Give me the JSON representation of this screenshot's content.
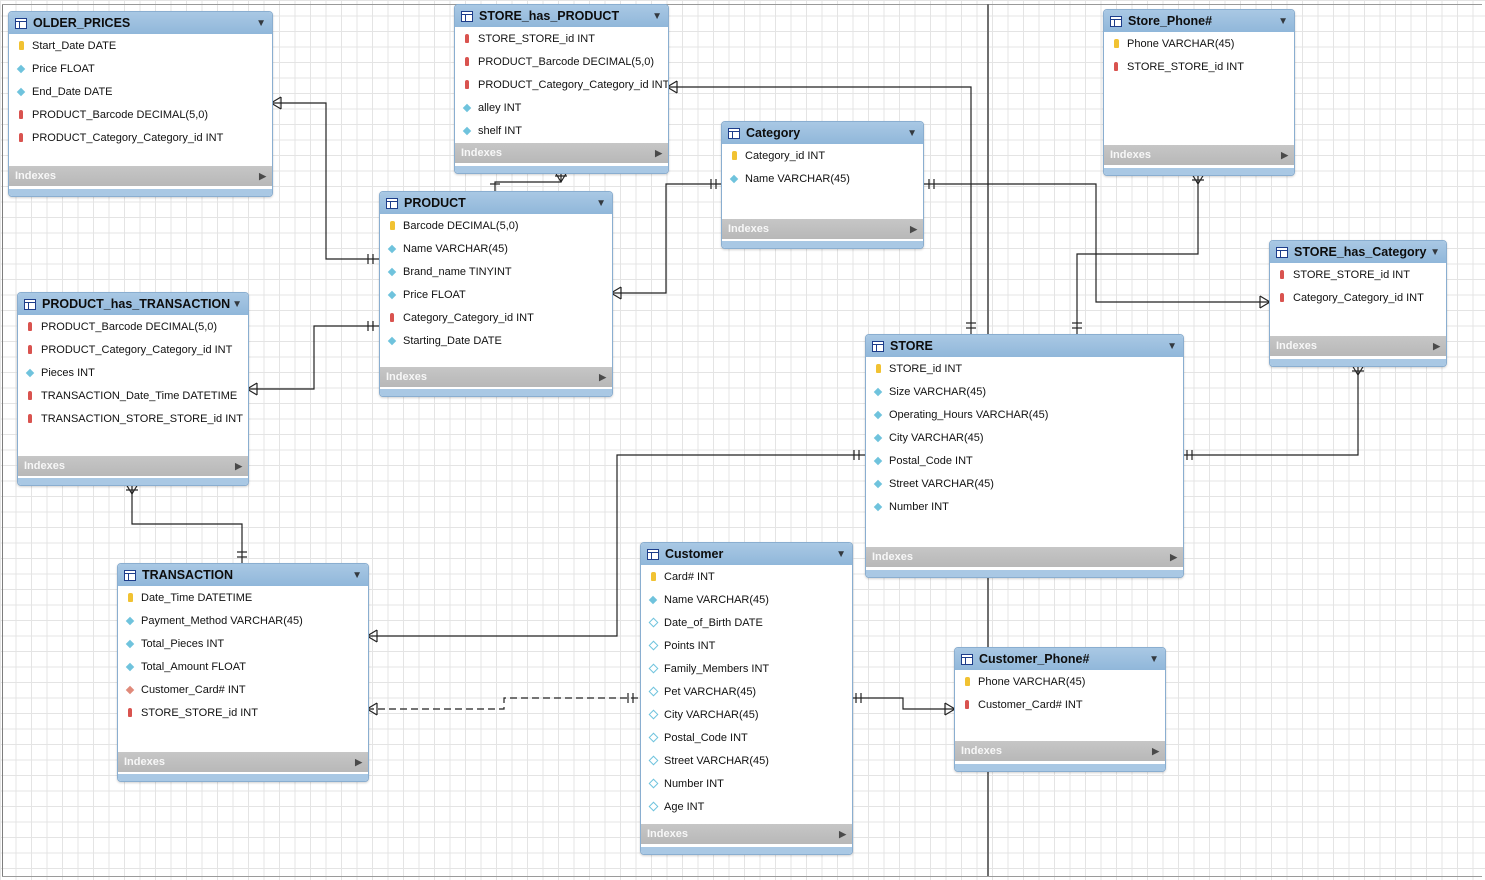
{
  "diagram": {
    "tables": {
      "older_prices": {
        "title": "OLDER_PRICES",
        "columns": [
          {
            "name": "Start_Date DATE",
            "kind": "pk"
          },
          {
            "name": "Price FLOAT",
            "kind": "attr"
          },
          {
            "name": "End_Date DATE",
            "kind": "attr"
          },
          {
            "name": "PRODUCT_Barcode DECIMAL(5,0)",
            "kind": "fk"
          },
          {
            "name": "PRODUCT_Category_Category_id INT",
            "kind": "fk"
          }
        ],
        "indexes_label": "Indexes"
      },
      "store_has_product": {
        "title": "STORE_has_PRODUCT",
        "columns": [
          {
            "name": "STORE_STORE_id INT",
            "kind": "fk"
          },
          {
            "name": "PRODUCT_Barcode DECIMAL(5,0)",
            "kind": "fk"
          },
          {
            "name": "PRODUCT_Category_Category_id INT",
            "kind": "fk"
          },
          {
            "name": "alley INT",
            "kind": "attr"
          },
          {
            "name": "shelf INT",
            "kind": "attr"
          }
        ],
        "indexes_label": "Indexes"
      },
      "store_phone": {
        "title": "Store_Phone#",
        "columns": [
          {
            "name": "Phone VARCHAR(45)",
            "kind": "pk"
          },
          {
            "name": "STORE_STORE_id INT",
            "kind": "fk"
          }
        ],
        "indexes_label": "Indexes"
      },
      "category": {
        "title": "Category",
        "columns": [
          {
            "name": "Category_id INT",
            "kind": "pk"
          },
          {
            "name": "Name VARCHAR(45)",
            "kind": "attr"
          }
        ],
        "indexes_label": "Indexes"
      },
      "product": {
        "title": "PRODUCT",
        "columns": [
          {
            "name": "Barcode DECIMAL(5,0)",
            "kind": "pk"
          },
          {
            "name": "Name VARCHAR(45)",
            "kind": "attr"
          },
          {
            "name": "Brand_name TINYINT",
            "kind": "attr"
          },
          {
            "name": "Price FLOAT",
            "kind": "attr"
          },
          {
            "name": "Category_Category_id INT",
            "kind": "fk"
          },
          {
            "name": "Starting_Date DATE",
            "kind": "attr"
          }
        ],
        "indexes_label": "Indexes"
      },
      "store_has_category": {
        "title": "STORE_has_Category",
        "columns": [
          {
            "name": "STORE_STORE_id INT",
            "kind": "fk"
          },
          {
            "name": "Category_Category_id INT",
            "kind": "fk"
          }
        ],
        "indexes_label": "Indexes"
      },
      "product_has_transaction": {
        "title": "PRODUCT_has_TRANSACTION",
        "columns": [
          {
            "name": "PRODUCT_Barcode DECIMAL(5,0)",
            "kind": "fk"
          },
          {
            "name": "PRODUCT_Category_Category_id INT",
            "kind": "fk"
          },
          {
            "name": "Pieces INT",
            "kind": "attr"
          },
          {
            "name": "TRANSACTION_Date_Time DATETIME",
            "kind": "fk"
          },
          {
            "name": "TRANSACTION_STORE_STORE_id INT",
            "kind": "fk"
          }
        ],
        "indexes_label": "Indexes"
      },
      "store": {
        "title": "STORE",
        "columns": [
          {
            "name": "STORE_id INT",
            "kind": "pk"
          },
          {
            "name": "Size VARCHAR(45)",
            "kind": "attr"
          },
          {
            "name": "Operating_Hours VARCHAR(45)",
            "kind": "attr"
          },
          {
            "name": "City VARCHAR(45)",
            "kind": "attr"
          },
          {
            "name": "Postal_Code INT",
            "kind": "attr"
          },
          {
            "name": "Street VARCHAR(45)",
            "kind": "attr"
          },
          {
            "name": "Number INT",
            "kind": "attr"
          }
        ],
        "indexes_label": "Indexes"
      },
      "transaction": {
        "title": "TRANSACTION",
        "columns": [
          {
            "name": "Date_Time DATETIME",
            "kind": "pk"
          },
          {
            "name": "Payment_Method VARCHAR(45)",
            "kind": "attr"
          },
          {
            "name": "Total_Pieces INT",
            "kind": "attr"
          },
          {
            "name": "Total_Amount FLOAT",
            "kind": "attr"
          },
          {
            "name": "Customer_Card# INT",
            "kind": "fkattr"
          },
          {
            "name": "STORE_STORE_id INT",
            "kind": "fk"
          }
        ],
        "indexes_label": "Indexes"
      },
      "customer": {
        "title": "Customer",
        "columns": [
          {
            "name": "Card# INT",
            "kind": "pk"
          },
          {
            "name": "Name VARCHAR(45)",
            "kind": "attr"
          },
          {
            "name": "Date_of_Birth DATE",
            "kind": "hollow"
          },
          {
            "name": "Points INT",
            "kind": "hollow"
          },
          {
            "name": "Family_Members INT",
            "kind": "hollow"
          },
          {
            "name": "Pet VARCHAR(45)",
            "kind": "hollow"
          },
          {
            "name": "City VARCHAR(45)",
            "kind": "hollow"
          },
          {
            "name": "Postal_Code INT",
            "kind": "hollow"
          },
          {
            "name": "Street VARCHAR(45)",
            "kind": "hollow"
          },
          {
            "name": "Number INT",
            "kind": "hollow"
          },
          {
            "name": "Age INT",
            "kind": "hollow"
          }
        ],
        "indexes_label": "Indexes"
      },
      "customer_phone": {
        "title": "Customer_Phone#",
        "columns": [
          {
            "name": "Phone VARCHAR(45)",
            "kind": "pk"
          },
          {
            "name": "Customer_Card# INT",
            "kind": "fk"
          }
        ],
        "indexes_label": "Indexes"
      }
    },
    "icons": {
      "table": "table-icon",
      "primary_key": "key-icon",
      "foreign_key": "foreign-key-icon",
      "attribute": "diamond-icon",
      "collapse": "triangle-down-icon",
      "expand": "triangle-right-icon"
    },
    "colors": {
      "header": "#a9c8e4",
      "indexes_bar": "#c0c0c0",
      "primary_key": "#f1c232",
      "foreign_key": "#d9534f",
      "attribute": "#6fc3dd",
      "line": "#222222"
    },
    "relationships": [
      {
        "from": "OLDER_PRICES",
        "to": "PRODUCT",
        "type": "one-to-many"
      },
      {
        "from": "STORE_has_PRODUCT",
        "to": "PRODUCT",
        "type": "one-to-many"
      },
      {
        "from": "STORE_has_PRODUCT",
        "to": "STORE",
        "type": "one-to-many"
      },
      {
        "from": "PRODUCT",
        "to": "Category",
        "type": "one-to-many"
      },
      {
        "from": "Category",
        "to": "STORE_has_Category",
        "type": "one-to-many"
      },
      {
        "from": "Store_Phone#",
        "to": "STORE",
        "type": "one-to-many"
      },
      {
        "from": "STORE_has_Category",
        "to": "STORE",
        "type": "one-to-many"
      },
      {
        "from": "PRODUCT_has_TRANSACTION",
        "to": "PRODUCT",
        "type": "one-to-many"
      },
      {
        "from": "PRODUCT_has_TRANSACTION",
        "to": "TRANSACTION",
        "type": "one-to-many"
      },
      {
        "from": "TRANSACTION",
        "to": "STORE",
        "type": "one-to-many"
      },
      {
        "from": "TRANSACTION",
        "to": "Customer",
        "type": "one-to-many",
        "identifying": false
      },
      {
        "from": "Customer_Phone#",
        "to": "Customer",
        "type": "one-to-many"
      }
    ]
  }
}
